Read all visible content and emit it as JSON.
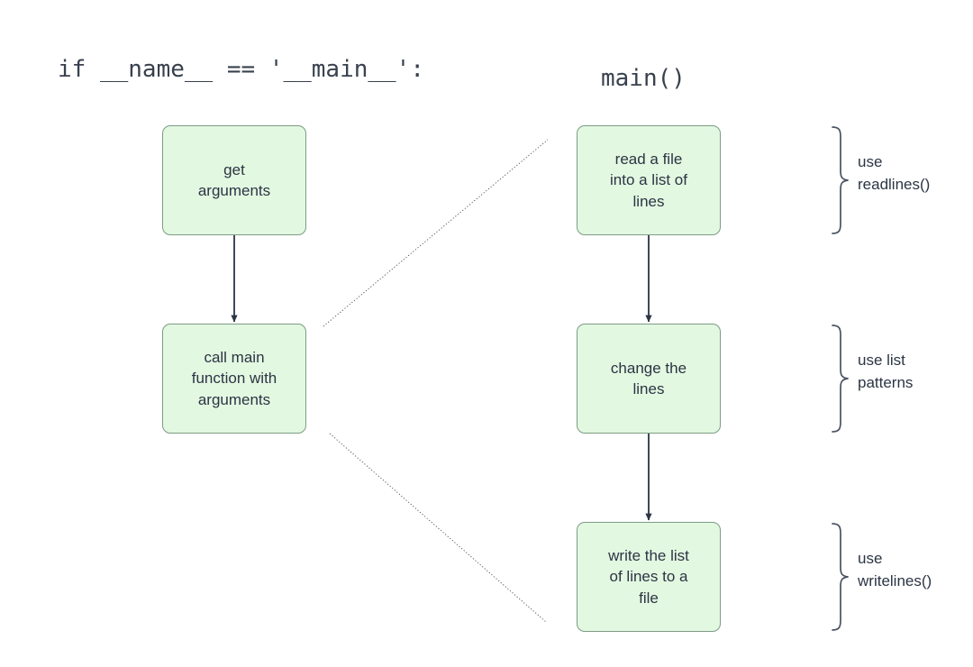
{
  "diagram": {
    "title_left": "if __name__ == '__main__':",
    "title_right": "main()",
    "colors": {
      "node_fill": "#e3f8e1",
      "node_stroke": "#7d9b85",
      "text": "#2b3544",
      "arrow": "#2b3544",
      "dashed_link": "#4a4a4a",
      "brace": "#4a5260",
      "background": "#ffffff"
    },
    "left_column": {
      "heading": "if __name__ == '__main__':",
      "nodes": [
        {
          "id": "get-arguments",
          "label": "get\narguments"
        },
        {
          "id": "call-main",
          "label": "call main\nfunction with\narguments"
        }
      ]
    },
    "right_column": {
      "heading": "main()",
      "nodes": [
        {
          "id": "read-file",
          "label": "read a file\ninto a list of\nlines"
        },
        {
          "id": "change-lines",
          "label": "change the\nlines"
        },
        {
          "id": "write-file",
          "label": "write the list\nof lines to a\nfile"
        }
      ]
    },
    "annotations": [
      {
        "id": "readlines",
        "label": "use\nreadlines()"
      },
      {
        "id": "patterns",
        "label": "use list\npatterns"
      },
      {
        "id": "writelines",
        "label": "use\nwritelines()"
      }
    ],
    "edges": [
      {
        "id": "get-arguments-to-call-main",
        "style": "solid-arrow"
      },
      {
        "id": "read-file-to-change-lines",
        "style": "solid-arrow"
      },
      {
        "id": "change-lines-to-write-file",
        "style": "solid-arrow"
      },
      {
        "id": "call-main-to-main-upper",
        "style": "dashed"
      },
      {
        "id": "call-main-to-main-lower",
        "style": "dashed"
      }
    ]
  }
}
